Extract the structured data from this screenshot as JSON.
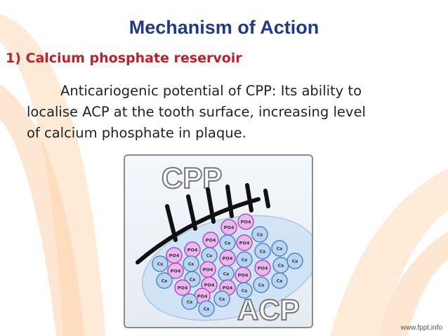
{
  "slide": {
    "title": "Mechanism of Action",
    "subtitle": "1) Calcium phosphate reservoir",
    "body_line1": "Anticariogenic potential of CPP: Its ability  to",
    "body_line2": "localise ACP at the tooth surface, increasing level",
    "body_line3": "of calcium phosphate in plaque.",
    "footer": "www.fppt.info"
  },
  "diagram": {
    "label_top": "CPP",
    "label_bottom": "ACP",
    "phosphate_label": "PO4",
    "calcium_label": "Ca",
    "colors": {
      "phosphate_fill": "#e9b8ee",
      "phosphate_stroke": "#b04cc0",
      "calcium_fill": "#b9d5f2",
      "calcium_stroke": "#4f86c6",
      "ellipse_fill": "#cfe3f5",
      "chain": "#111111"
    }
  }
}
